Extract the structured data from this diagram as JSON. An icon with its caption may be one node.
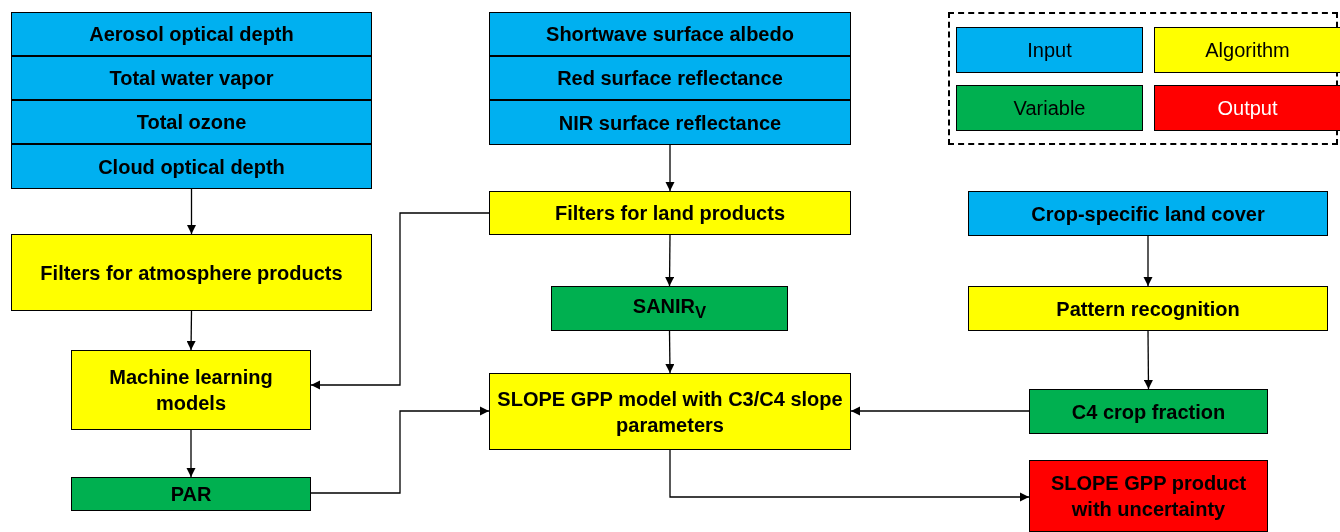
{
  "diagram": {
    "nodes": [
      {
        "text": [
          "Aerosol optical depth"
        ]
      },
      {
        "text": [
          "Total water vapor"
        ]
      },
      {
        "text": [
          "Total ozone"
        ]
      },
      {
        "text": [
          "Cloud optical depth"
        ]
      },
      {
        "text": [
          "Filters for atmosphere products"
        ]
      },
      {
        "text": [
          "Machine learning models"
        ]
      },
      {
        "text": [
          "PAR"
        ]
      },
      {
        "text": [
          "Shortwave surface albedo"
        ]
      },
      {
        "text": [
          "Red surface reflectance"
        ]
      },
      {
        "text": [
          "NIR surface reflectance"
        ]
      },
      {
        "text": [
          "Filters for land products"
        ]
      },
      {
        "text": [
          "SANIR$_{V}$"
        ]
      },
      {
        "text": [
          "SLOPE GPP model with C3/C4 slope parameters"
        ]
      },
      {
        "text": [
          "Crop-specific land cover"
        ]
      },
      {
        "text": [
          "Pattern recognition"
        ]
      },
      {
        "text": [
          "C4 crop fraction"
        ]
      },
      {
        "text": [
          "SLOPE GPP product with uncertainty"
        ]
      }
    ],
    "edges": [
      {
        "from": 3,
        "to": 4,
        "arrow": "to"
      },
      {
        "from": 4,
        "to": 5,
        "arrow": "to"
      },
      {
        "from": 5,
        "to": 6,
        "arrow": "to"
      },
      {
        "from": 9,
        "to": 10,
        "arrow": "to"
      },
      {
        "from": 10,
        "to": 11,
        "arrow": "to"
      },
      {
        "from": 11,
        "to": 12,
        "arrow": "to"
      },
      {
        "from": 10,
        "to": 5,
        "arrow": "to"
      },
      {
        "from": 6,
        "to": 12,
        "arrow": "to"
      },
      {
        "from": 13,
        "to": 14,
        "arrow": "to"
      },
      {
        "from": 14,
        "to": 15,
        "arrow": "to"
      },
      {
        "from": 15,
        "to": 12,
        "arrow": "to"
      },
      {
        "from": 12,
        "to": 16,
        "arrow": "to"
      }
    ],
    "legend": [
      {
        "text": "Input",
        "color": "#00b0f0"
      },
      {
        "text": "Algorithm",
        "color": "#ffff00"
      },
      {
        "text": "Variable",
        "color": "#00b050"
      },
      {
        "text": "Output",
        "color": "#ff0000"
      }
    ]
  }
}
